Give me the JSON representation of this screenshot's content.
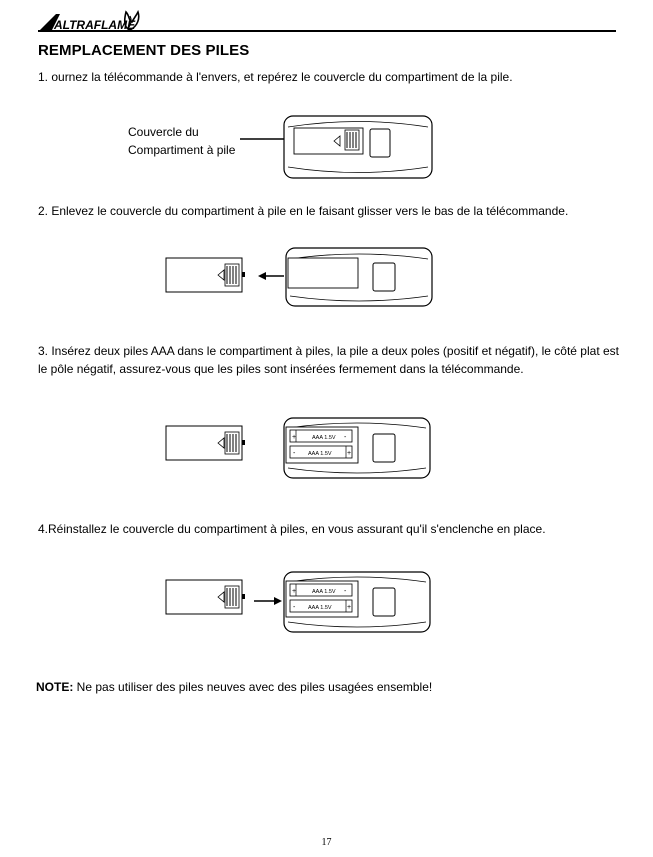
{
  "header": {
    "brand": "ALTRAFLAME",
    "logo_icon": "flame-icon"
  },
  "title": "REMPLACEMENT DES PILES",
  "steps": [
    "1.  ournez la télécommande à l'envers, et repérez le couvercle du compartiment de la pile.",
    "2.  Enlevez le couvercle du compartiment à pile en le faisant glisser vers le bas de la télécommande.",
    "3.  Insérez deux piles AAA dans le compartiment à piles, la pile a deux poles (positif et négatif), le côté plat est le pôle négatif, assurez-vous que les piles sont insérées fermement dans la télécommande.",
    "4.Réinstallez le couvercle du compartiment à piles, en vous assurant qu'il s'enclenche en place."
  ],
  "callout": {
    "line1": "Couvercle du",
    "line2": "Compartiment à pile"
  },
  "battery": {
    "label": "AAA 1.5V",
    "plus": "+",
    "minus": "-"
  },
  "note": {
    "label": "NOTE:",
    "text": " Ne pas utiliser des piles neuves avec des piles usagées ensemble!"
  },
  "page_number": "17"
}
